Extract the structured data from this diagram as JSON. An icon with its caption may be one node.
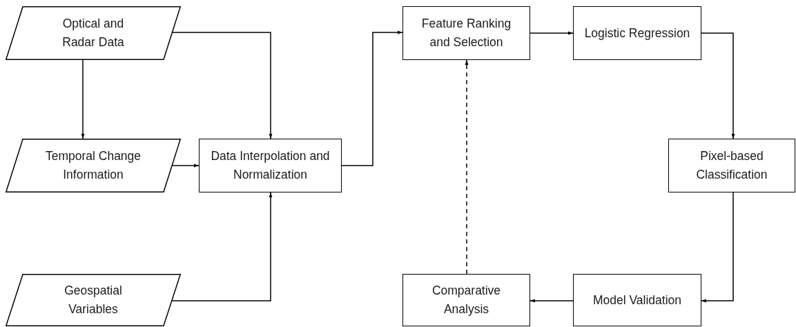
{
  "diagram": {
    "nodes": [
      {
        "text": [
          "Optical and Radar Data"
        ]
      },
      {
        "text": [
          "Temporal Change Information"
        ]
      },
      {
        "text": [
          "Geospatial Variables"
        ]
      },
      {
        "text": [
          "Data Interpolation and Normalization"
        ]
      },
      {
        "text": [
          "Feature Ranking and Selection"
        ]
      },
      {
        "text": [
          "Logistic Regression"
        ]
      },
      {
        "text": [
          "Pixel-based Classification"
        ]
      },
      {
        "text": [
          "Comparative Analysis"
        ]
      },
      {
        "text": [
          "Model Validation"
        ]
      }
    ],
    "edges": [
      {
        "from": 0,
        "to": 1,
        "arrow": "to"
      },
      {
        "from": 0,
        "to": 3,
        "arrow": "to"
      },
      {
        "from": 1,
        "to": 3,
        "arrow": "to"
      },
      {
        "from": 2,
        "to": 3,
        "arrow": "to"
      },
      {
        "from": 3,
        "to": 4,
        "arrow": "to"
      },
      {
        "from": 4,
        "to": 5,
        "arrow": "to"
      },
      {
        "from": 5,
        "to": 6,
        "arrow": "to"
      },
      {
        "from": 6,
        "to": 8,
        "arrow": "to"
      },
      {
        "from": 8,
        "to": 7,
        "arrow": "to"
      },
      {
        "from": 7,
        "to": 4,
        "arrow": "to",
        "style": "dashed"
      }
    ]
  }
}
